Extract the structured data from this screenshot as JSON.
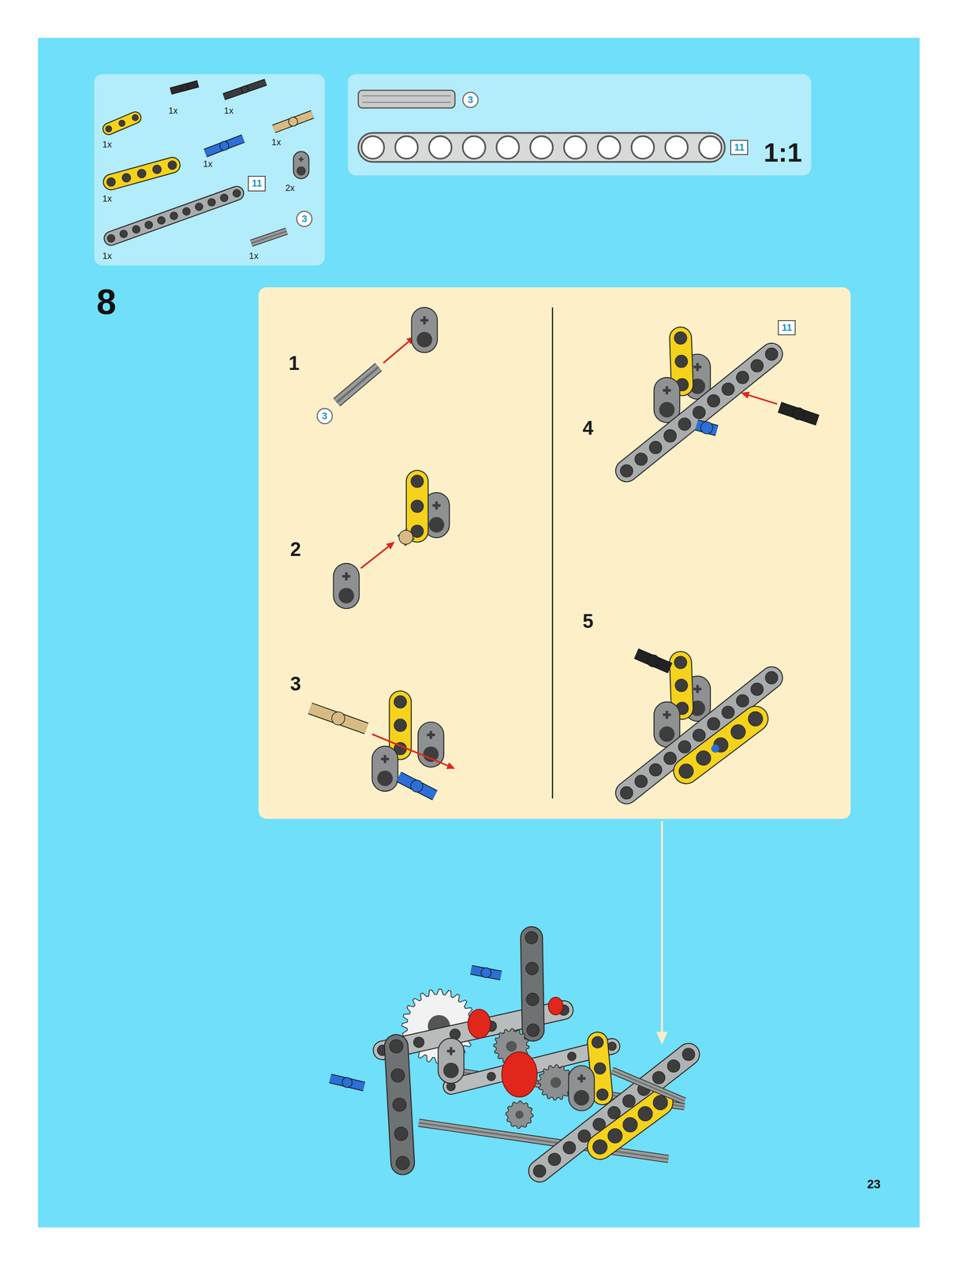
{
  "diagram": {
    "nodes": [
      {
        "text": [
          "1x",
          "1x",
          "1x",
          "1x",
          "1x",
          "2x",
          "1x",
          "1x",
          "1x"
        ]
      },
      {
        "text": [
          "11"
        ],
        "in": 0
      },
      {
        "text": [
          "3"
        ],
        "in": 0
      },
      {
        "text": [
          "1:1"
        ]
      },
      {
        "text": [
          "3"
        ],
        "in": 3
      },
      {
        "text": [
          "11"
        ],
        "in": 3
      },
      {
        "text": [
          "1",
          "2",
          "3",
          "4",
          "5"
        ]
      },
      {
        "text": [
          "3"
        ],
        "in": 6
      },
      {
        "text": [
          "11"
        ],
        "in": 6
      }
    ],
    "labels": [
      "8",
      "23"
    ]
  }
}
